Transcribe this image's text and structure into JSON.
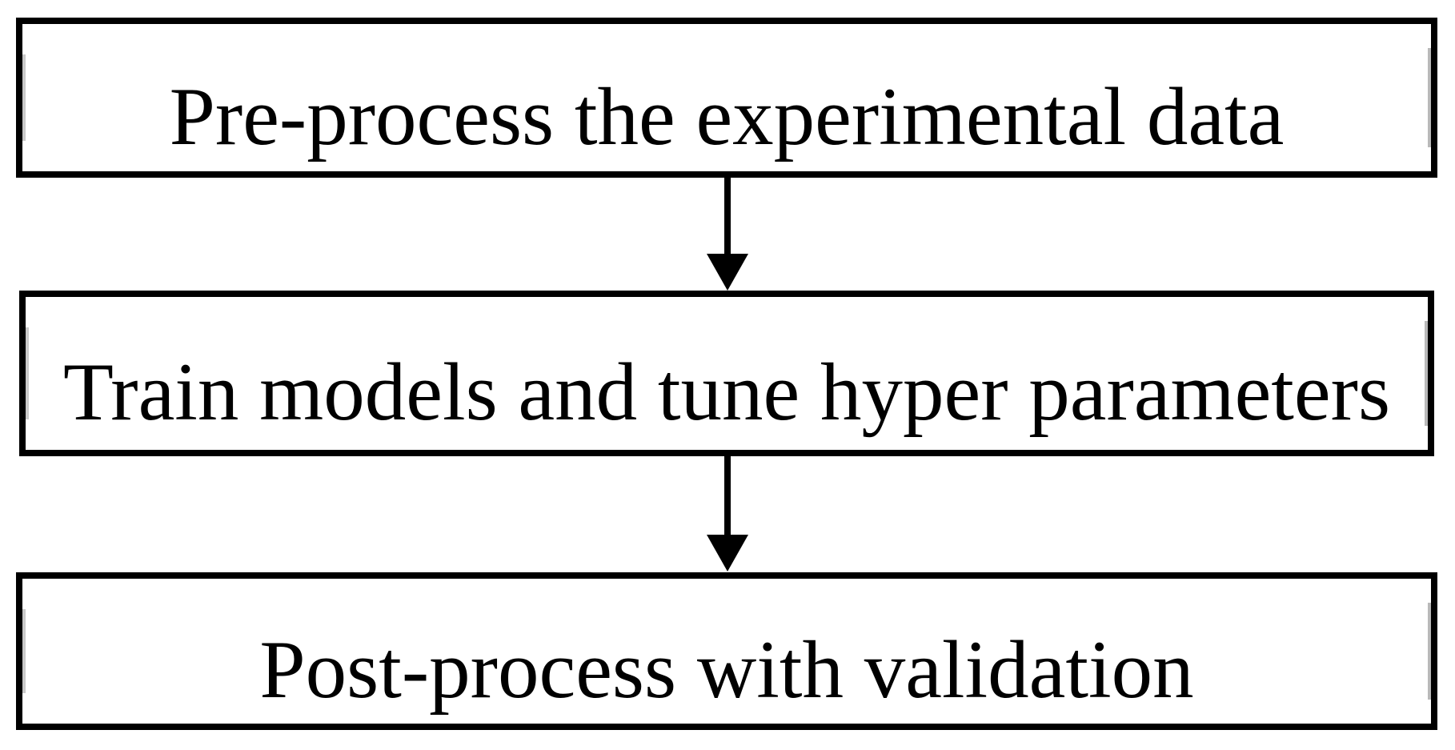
{
  "diagram": {
    "type": "flowchart",
    "boxes": [
      {
        "id": "preprocess",
        "label": "Pre-process the experimental data"
      },
      {
        "id": "train",
        "label": "Train models and tune hyper parameters"
      },
      {
        "id": "postprocess",
        "label": "Post-process with validation"
      }
    ],
    "arrows": [
      {
        "from": "preprocess",
        "to": "train",
        "direction": "down"
      },
      {
        "from": "train",
        "to": "postprocess",
        "direction": "down"
      }
    ],
    "colors": {
      "border": "#000000",
      "text": "#000000",
      "background": "#ffffff",
      "edge_artifact_gray": "#c9c9c9"
    }
  }
}
